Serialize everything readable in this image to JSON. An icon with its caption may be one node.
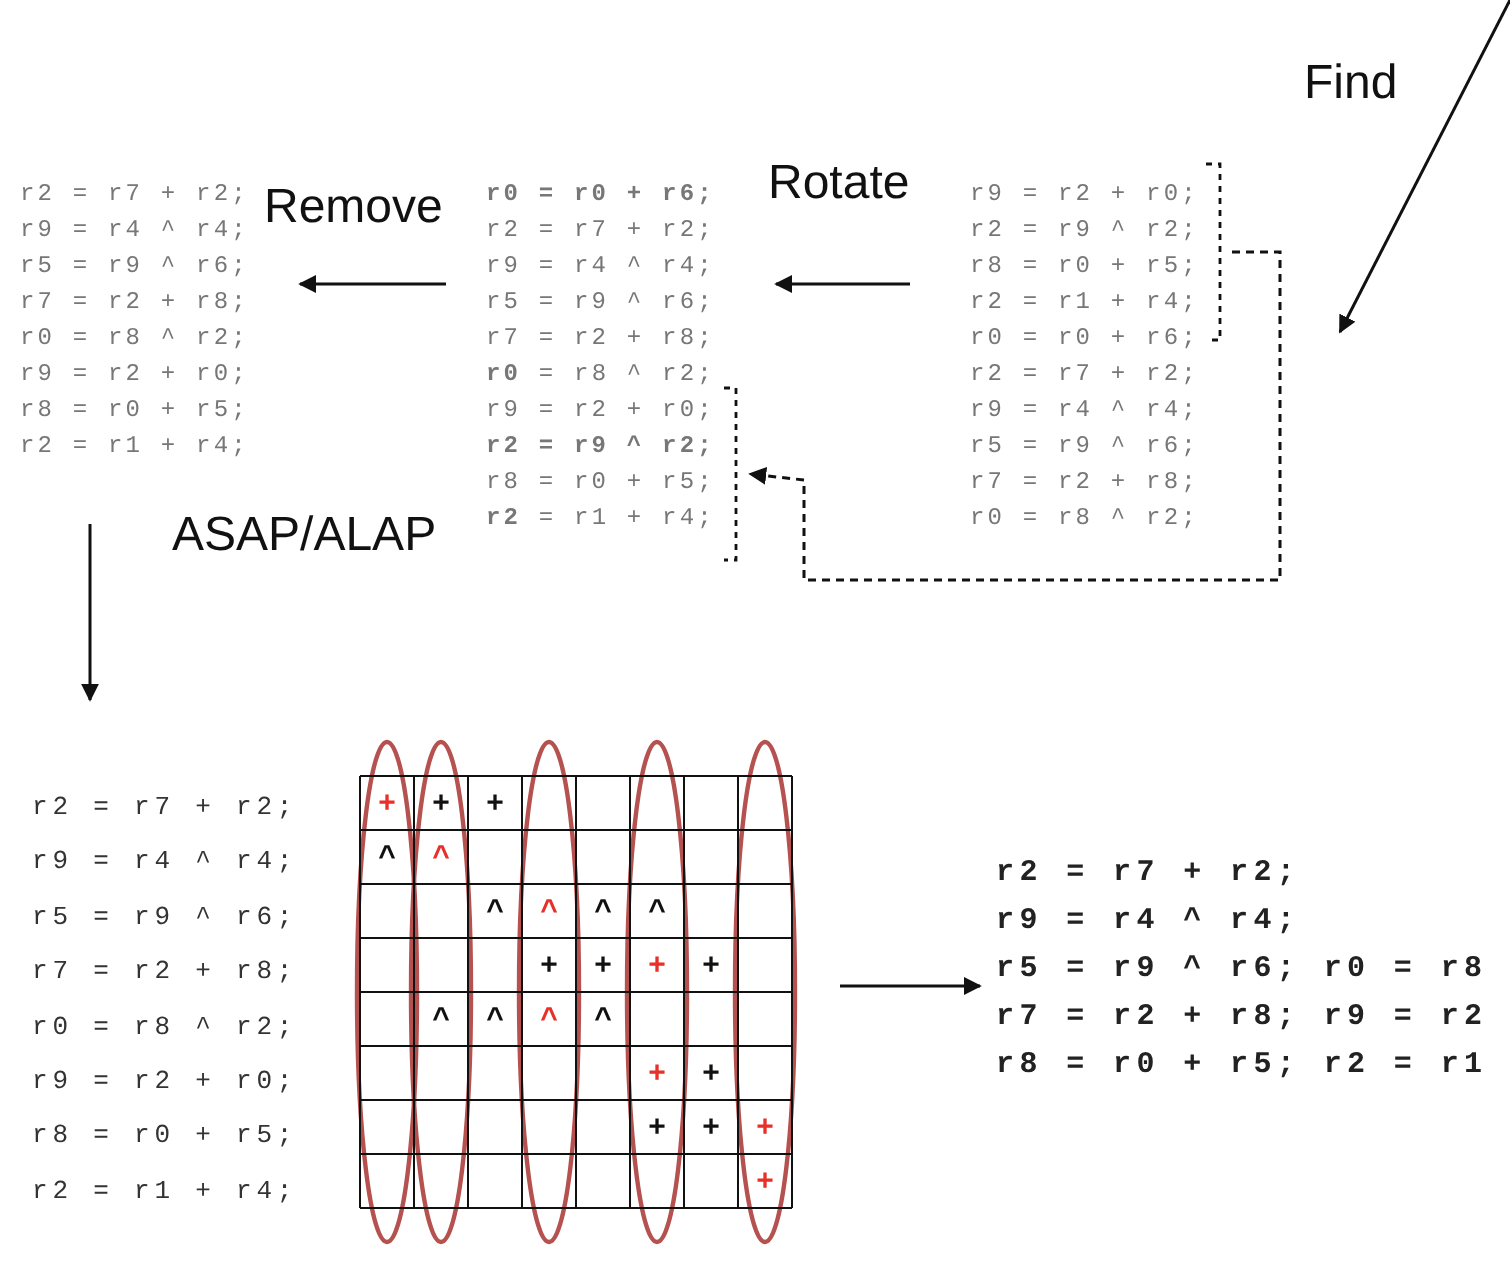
{
  "diagram": {
    "nodes": [
      {
        "text": [
          "r9 = r2 + r0;",
          "r2 = r9 ^ r2;",
          "r8 = r0 + r5;",
          "r2 = r1 + r4;",
          "r0 = r0 + r6;",
          "r2 = r7 + r2;",
          "r9 = r4 ^ r4;",
          "r5 = r9 ^ r6;",
          "r7 = r2 + r8;",
          "r0 = r8 ^ r2;"
        ]
      },
      {
        "text": [
          "**r0 = r0 + r6;**",
          "r2 = r7 + r2;",
          "r9 = r4 ^ r4;",
          "r5 = r9 ^ r6;",
          "r7 = r2 + r8;",
          "**r0** = r8 ^ r2;",
          "r9 = r2 + r0;",
          "**r2 = r9 ^ r2;**",
          "r8 = r0 + r5;",
          "**r2** = r1 + r4;"
        ]
      },
      {
        "text": [
          "r2 = r7 + r2;",
          "r9 = r4 ^ r4;",
          "r5 = r9 ^ r6;",
          "r7 = r2 + r8;",
          "r0 = r8 ^ r2;",
          "r9 = r2 + r0;",
          "r8 = r0 + r5;",
          "r2 = r1 + r4;"
        ]
      },
      {
        "text": [
          "r2 = r7 + r2;",
          "r9 = r4 ^ r4;",
          "r5 = r9 ^ r6;",
          "r7 = r2 + r8;",
          "r0 = r8 ^ r2;",
          "r9 = r2 + r0;",
          "r8 = r0 + r5;",
          "r2 = r1 + r4;"
        ]
      },
      {
        "text": [],
        "shape": "grid"
      },
      {
        "text": [
          "r2 = r7 + r2;",
          "r9 = r4 ^ r4;",
          "r5 = r9 ^ r6; r0 = r8",
          "r7 = r2 + r8; r9 = r2",
          "r8 = r0 + r5; r2 = r1"
        ]
      }
    ],
    "edges": [
      {
        "from": null,
        "to": 0,
        "arrow": "to",
        "label": "Find"
      },
      {
        "from": 0,
        "to": 1,
        "arrow": "to",
        "label": "Rotate"
      },
      {
        "from": 0,
        "to": 1,
        "arrow": "to",
        "style": "dashed"
      },
      {
        "from": 1,
        "to": 2,
        "arrow": "to",
        "label": "Remove"
      },
      {
        "from": 2,
        "to": 3,
        "arrow": "to",
        "label": "ASAP/ALAP"
      },
      {
        "from": 4,
        "to": 5,
        "arrow": "to"
      }
    ],
    "labels": [
      "+",
      "+",
      "+",
      "^",
      "^",
      "^",
      "^",
      "^",
      "^",
      "+",
      "+",
      "+",
      "+",
      "^",
      "^",
      "^",
      "^",
      "+",
      "+",
      "+",
      "+",
      "+",
      "+"
    ]
  }
}
